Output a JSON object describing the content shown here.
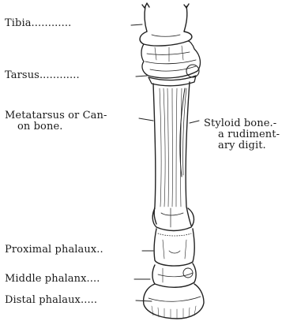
{
  "figure": {
    "labels": {
      "tibia": "Tibia............",
      "tarsus": "Tarsus............",
      "metatarsus_line1": "Metatarsus or Can-",
      "metatarsus_line2": "on bone.",
      "styloid_line1": "Styloid bone.-",
      "styloid_line2": "a rudiment-",
      "styloid_line3": "ary digit.",
      "proximal": "Proximal phalaux..",
      "middle": "Middle phalanx....",
      "distal": "Distal phalaux....."
    }
  }
}
